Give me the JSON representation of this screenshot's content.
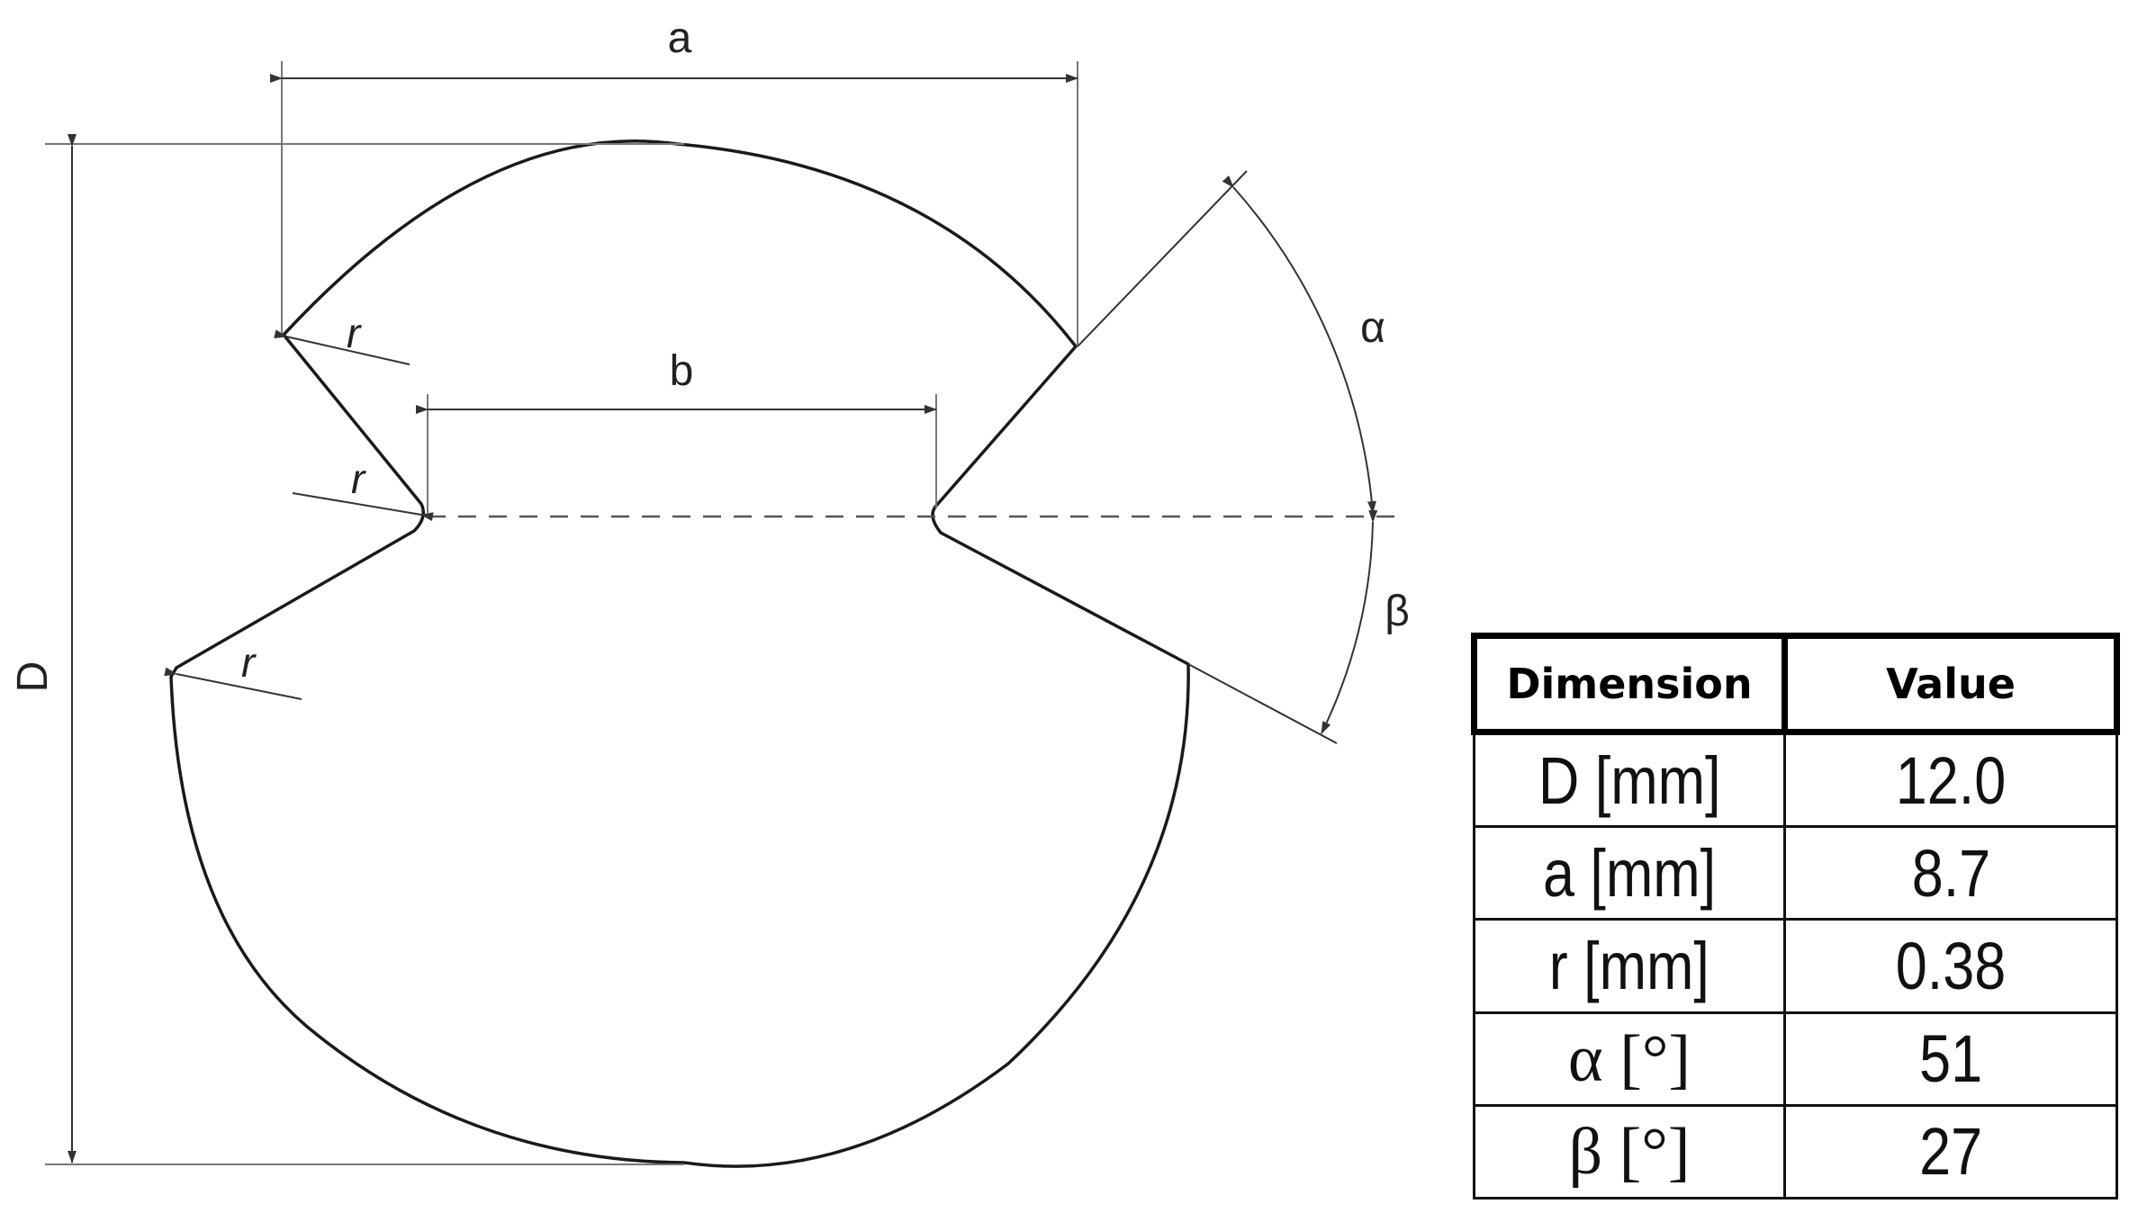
{
  "labels": {
    "a": "a",
    "b": "b",
    "D": "D",
    "alpha": "α",
    "beta": "β",
    "r": "r"
  },
  "table": {
    "headers": [
      "Dimension",
      "Value"
    ],
    "rows": [
      {
        "dimension": "D [mm]",
        "value": "12.0"
      },
      {
        "dimension": "a [mm]",
        "value": "8.7"
      },
      {
        "dimension": "r [mm]",
        "value": "0.38"
      },
      {
        "dimension": "α [°]",
        "value": "51"
      },
      {
        "dimension": "β [°]",
        "value": "27"
      }
    ]
  }
}
